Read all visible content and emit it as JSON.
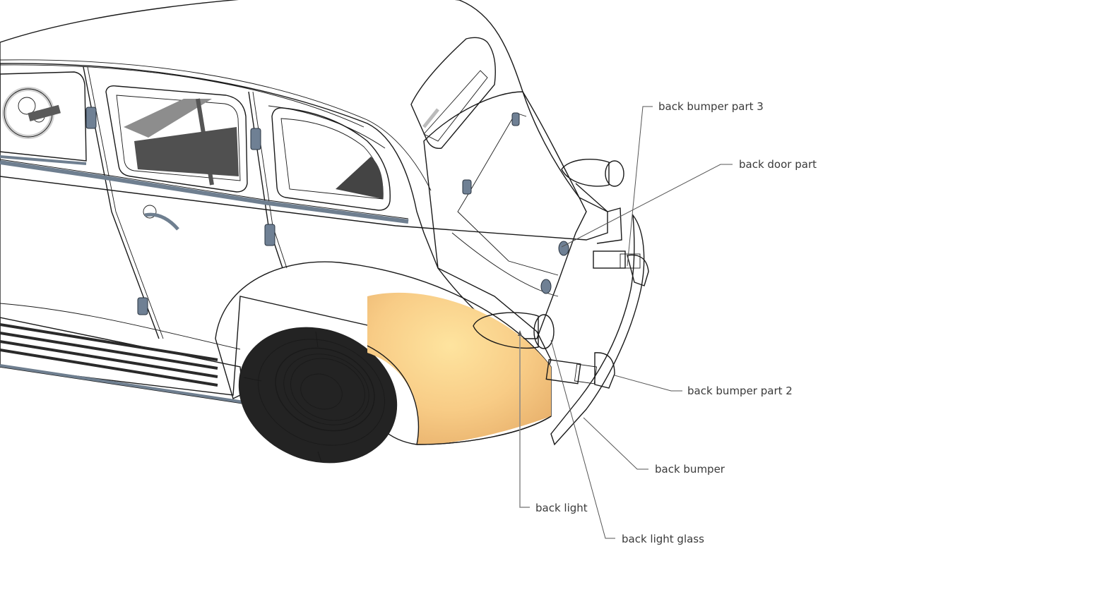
{
  "diagram": {
    "subject": "Vintage sedan car model, rear three-quarter underside view",
    "colors": {
      "background": "#ffffff",
      "body": "#f6c57f",
      "body_shadow": "#c99a62",
      "body_highlight": "#fde3a8",
      "trim": "#6f7f90",
      "chrome": "#a9a9a9",
      "tire": "#232323",
      "whitewall": "#ffffff",
      "lens": "#e4e23a",
      "interior": "#4a4a4a",
      "label_text": "#3a3a3a",
      "leader": "#555555"
    },
    "callouts": [
      {
        "id": "back-bumper-part-3",
        "text": "back bumper part 3"
      },
      {
        "id": "back-door-part",
        "text": "back door part"
      },
      {
        "id": "back-bumper-part-2",
        "text": "back bumper part 2"
      },
      {
        "id": "back-bumper",
        "text": "back bumper"
      },
      {
        "id": "back-light",
        "text": "back light"
      },
      {
        "id": "back-light-glass",
        "text": "back light glass"
      }
    ]
  }
}
